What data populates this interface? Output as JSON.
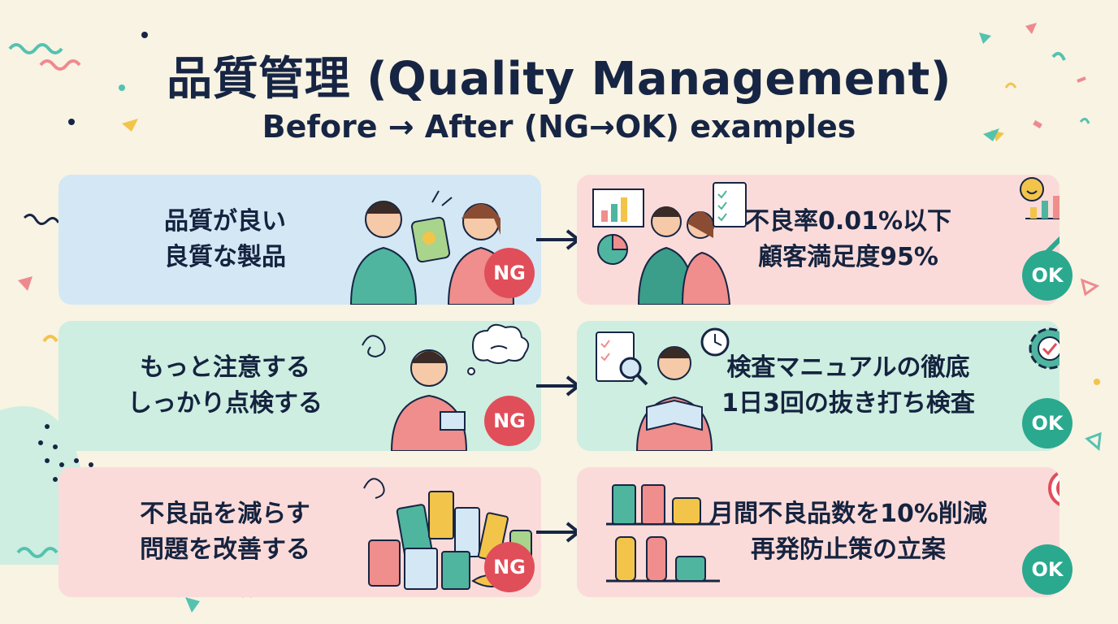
{
  "header": {
    "title": "品質管理 (Quality Management)",
    "subtitle": "Before → After (NG→OK) examples"
  },
  "rows": [
    {
      "before_lines": [
        "品質が良い",
        "良質な製品"
      ],
      "after_lines": [
        "不良率0.01%以下",
        "顧客満足度95%"
      ],
      "before_illustration": "two-people-looking-at-product-icon",
      "after_illustration": "business-people-with-charts-icon"
    },
    {
      "before_lines": [
        "もっと注意する",
        "しっかり点検する"
      ],
      "after_lines": [
        "検査マニュアルの徹底",
        "1日3回の抜き打ち検査"
      ],
      "before_illustration": "confused-worker-icon",
      "after_illustration": "worker-reading-manual-icon"
    },
    {
      "before_lines": [
        "不良品を減らす",
        "問題を改善する"
      ],
      "after_lines": [
        "月間不良品数を10%削減",
        "再発防止策の立案"
      ],
      "before_illustration": "pile-of-products-icon",
      "after_illustration": "organized-products-shelf-icon"
    }
  ],
  "badges": {
    "ng": "NG",
    "ok": "OK"
  },
  "colors": {
    "background": "#f8f3e3",
    "row1": "#d3e7f5",
    "row2": "#cdeee0",
    "row3": "#fbdbd9",
    "ng_badge": "#e04e5a",
    "ok_badge": "#2aa98e",
    "text": "#15233f"
  }
}
